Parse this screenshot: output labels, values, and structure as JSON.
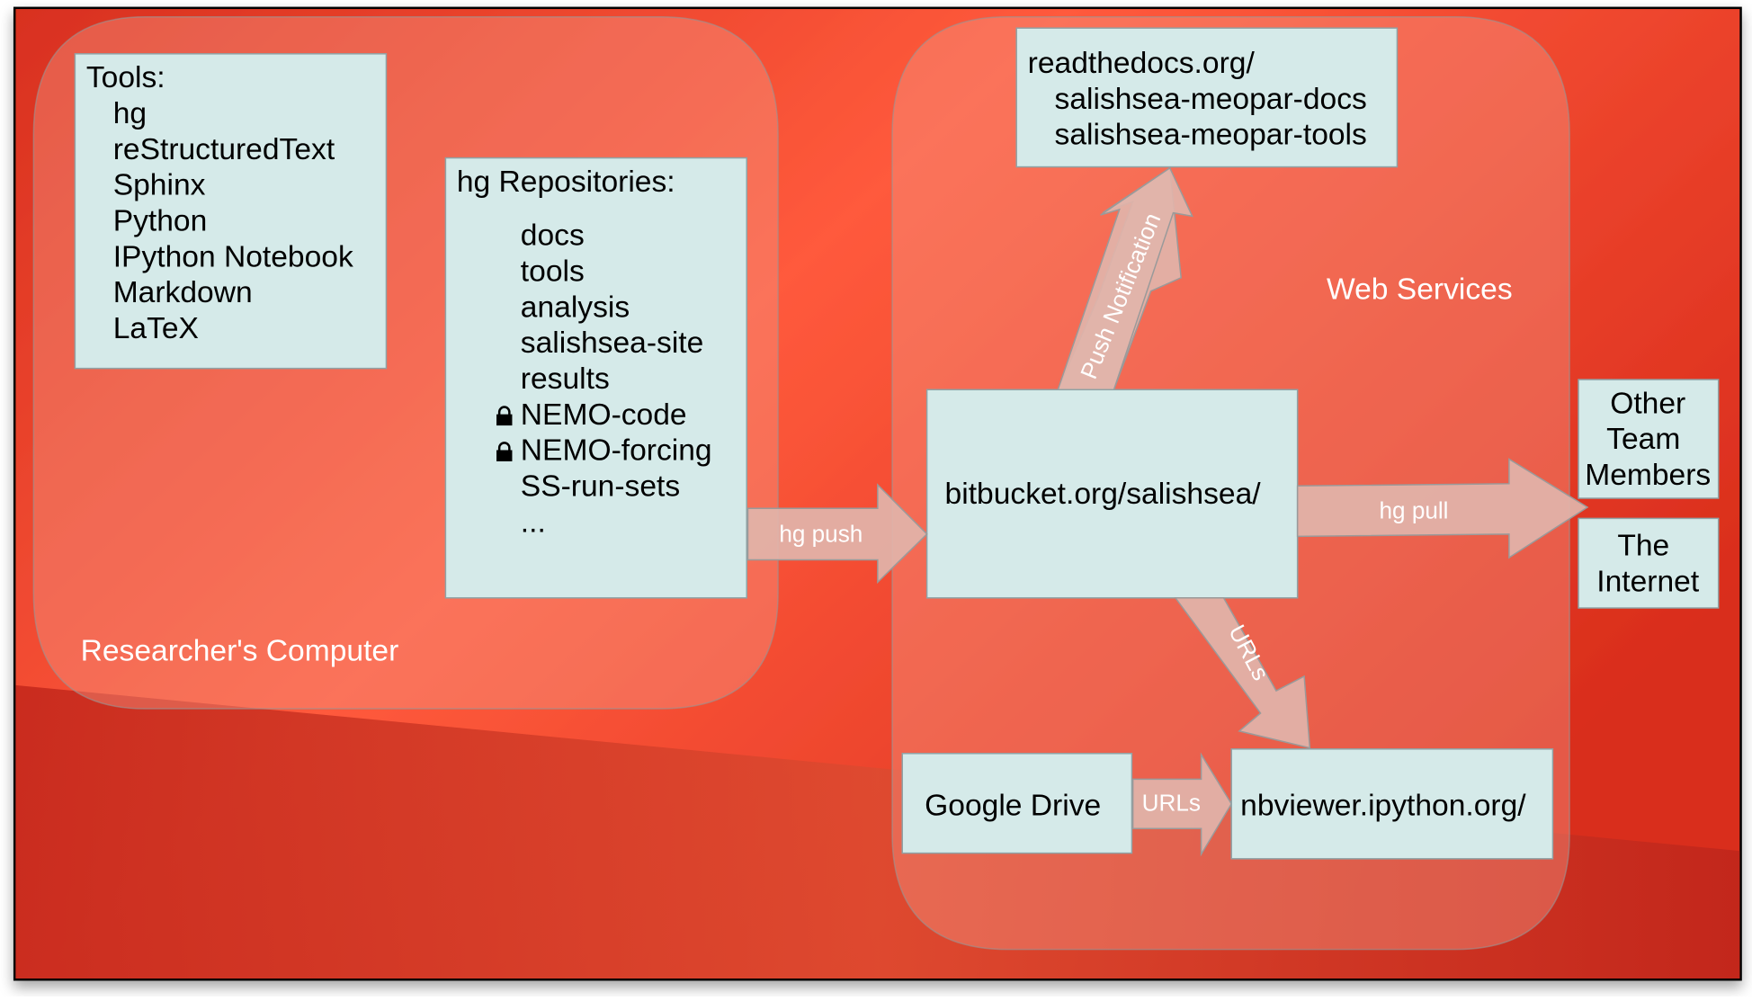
{
  "colors": {
    "background_red": "#e03a25",
    "background_bright": "#ff5a3c",
    "background_dark": "#c7291d",
    "box_fill": "#d5eae9",
    "arrow_fill": "#e1b4aa",
    "label_white": "#ffffff"
  },
  "regions": {
    "researcher": {
      "label": "Researcher's Computer"
    },
    "web_services": {
      "label": "Web Services"
    }
  },
  "tools_box": {
    "title": "Tools:",
    "items": [
      "hg",
      "reStructuredText",
      "Sphinx",
      "Python",
      "IPython Notebook",
      "Markdown",
      "LaTeX"
    ]
  },
  "repos_box": {
    "title": "hg Repositories:",
    "items": [
      {
        "name": "docs",
        "locked": false
      },
      {
        "name": "tools",
        "locked": false
      },
      {
        "name": "analysis",
        "locked": false
      },
      {
        "name": "salishsea-site",
        "locked": false
      },
      {
        "name": "results",
        "locked": false
      },
      {
        "name": "NEMO-code",
        "locked": true
      },
      {
        "name": "NEMO-forcing",
        "locked": true
      },
      {
        "name": "SS-run-sets",
        "locked": false
      },
      {
        "name": "...",
        "locked": false
      }
    ],
    "lock_icon": "🔒"
  },
  "readthedocs_box": {
    "title": "readthedocs.org/",
    "items": [
      "salishsea-meopar-docs",
      "salishsea-meopar-tools"
    ]
  },
  "bitbucket_box": {
    "label": "bitbucket.org/salishsea/"
  },
  "google_drive_box": {
    "label": "Google Drive"
  },
  "nbviewer_box": {
    "label": "nbviewer.ipython.org/"
  },
  "team_box": {
    "lines": [
      "Other",
      "Team",
      "Members"
    ]
  },
  "internet_box": {
    "lines": [
      "The",
      "Internet"
    ]
  },
  "arrows": {
    "hg_push": "hg push",
    "hg_pull": "hg pull",
    "push_notification": "Push Notification",
    "urls_bitbucket_nbviewer": "URLs",
    "urls_drive_nbviewer": "URLs"
  }
}
